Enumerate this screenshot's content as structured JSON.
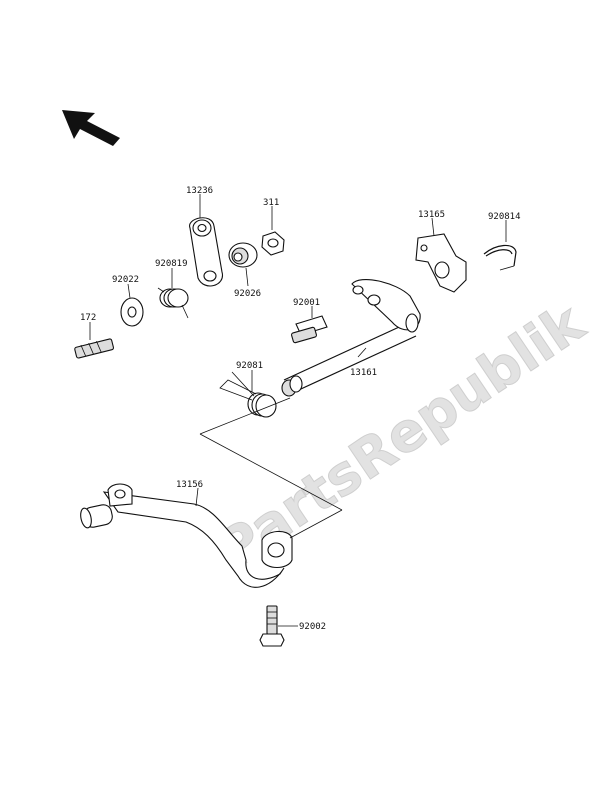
{
  "watermark": "PartsRepublik",
  "parts": [
    {
      "id": "172"
    },
    {
      "id": "92022"
    },
    {
      "id": "920819"
    },
    {
      "id": "13236"
    },
    {
      "id": "92026"
    },
    {
      "id": "311"
    },
    {
      "id": "92001"
    },
    {
      "id": "13161"
    },
    {
      "id": "13165"
    },
    {
      "id": "920814"
    },
    {
      "id": "92081"
    },
    {
      "id": "13156"
    },
    {
      "id": "92002"
    }
  ],
  "icons": {
    "orientation_arrow": "arrow-up-left-icon"
  },
  "colors": {
    "line": "#111111",
    "watermark": "#e2e2e2",
    "background": "#ffffff"
  }
}
